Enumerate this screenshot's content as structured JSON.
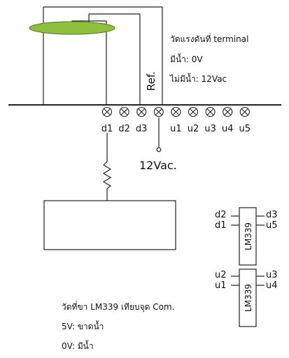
{
  "notes_top": {
    "line1": "วัดแรงดันที่ terminal",
    "line2": "มีน้ำ: 0V",
    "line3": "ไม่มีน้ำ: 12Vac"
  },
  "ref_label": "Ref.",
  "terminals": [
    "d1",
    "d2",
    "d3",
    "u1",
    "u2",
    "u3",
    "u4",
    "u5"
  ],
  "supply_label": "12Vac.",
  "ic_top": {
    "name": "LM339",
    "left_pins": [
      "d2",
      "d1"
    ],
    "right_pins": [
      "d3",
      "u5"
    ]
  },
  "ic_bottom": {
    "name": "LM339",
    "left_pins": [
      "u2",
      "u1"
    ],
    "right_pins": [
      "u3",
      "u4"
    ]
  },
  "notes_bottom": {
    "line1": "วัดที่ขา LM339 เทียบจุด Com.",
    "line2": "5V: ขาดน้ำ",
    "line3": "0V: มีน้ำ"
  },
  "colors": {
    "float_fill": "#8fbf3f",
    "float_stroke": "#4f7a1c",
    "line": "#222222"
  }
}
